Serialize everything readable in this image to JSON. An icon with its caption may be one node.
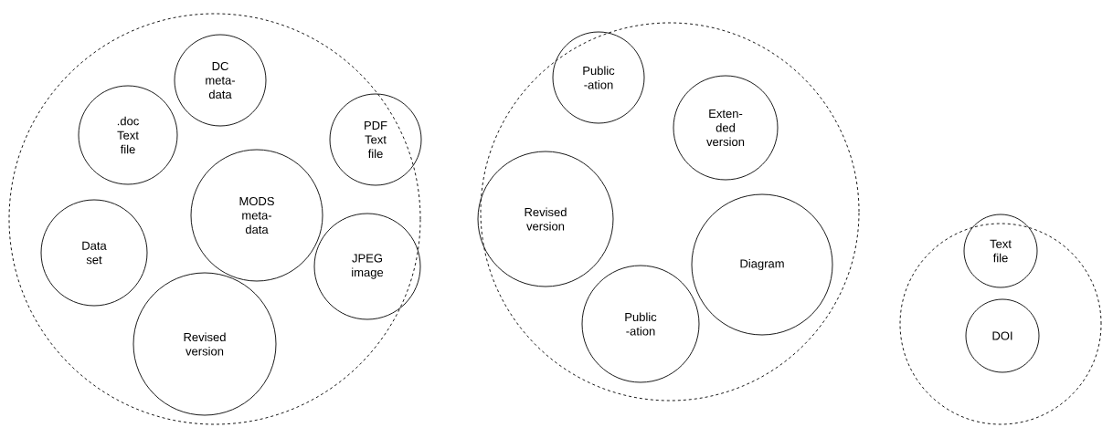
{
  "diagram": {
    "nodes": [
      {
        "text": [],
        "shape": "circle"
      },
      {
        "text": [
          "Data set"
        ],
        "in": 0
      },
      {
        "text": [
          ".doc Text file"
        ],
        "in": 0
      },
      {
        "text": [
          "DC meta- data"
        ],
        "in": 0
      },
      {
        "text": [
          "PDF Text file"
        ],
        "in": 0
      },
      {
        "text": [
          "MODS meta- data"
        ],
        "in": 0
      },
      {
        "text": [
          "JPEG image"
        ],
        "in": 0
      },
      {
        "text": [
          "Revised version"
        ],
        "in": 0
      },
      {
        "text": [],
        "shape": "circle"
      },
      {
        "text": [
          "Public -ation"
        ],
        "in": 8
      },
      {
        "text": [
          "Exten- ded version"
        ],
        "in": 8
      },
      {
        "text": [
          "Revised version"
        ],
        "in": 8
      },
      {
        "text": [
          "Diagram"
        ],
        "in": 8
      },
      {
        "text": [
          "Public -ation"
        ],
        "in": 8
      },
      {
        "text": [],
        "shape": "circle"
      },
      {
        "text": [
          "Text file"
        ],
        "in": 14
      },
      {
        "text": [
          "DOI"
        ],
        "in": 14
      }
    ]
  }
}
